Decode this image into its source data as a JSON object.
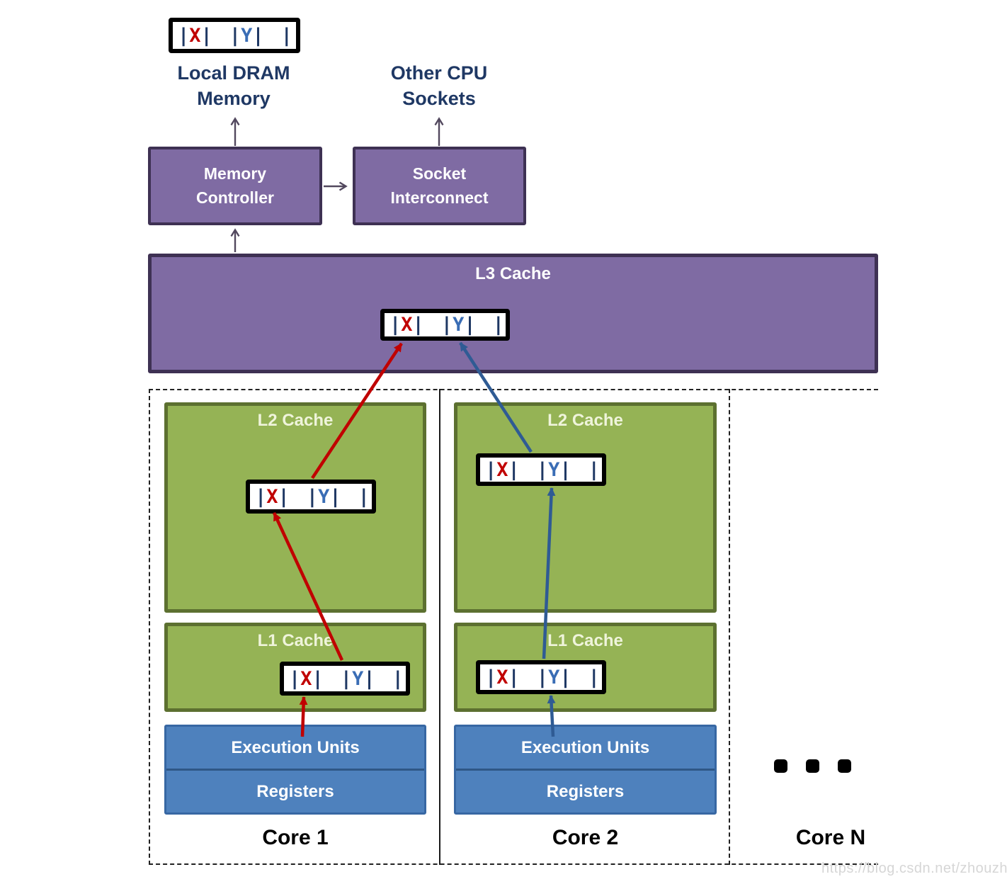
{
  "cacheline": {
    "bar": "|",
    "x": "X",
    "y": "Y"
  },
  "top": {
    "local_dram_label": "Local DRAM Memory",
    "other_cpu_label": "Other CPU Sockets",
    "memory_controller_label": "Memory Controller",
    "socket_interconnect_label": "Socket Interconnect"
  },
  "l3": {
    "title": "L3 Cache"
  },
  "cores": [
    {
      "name": "Core 1",
      "l2_cache": "L2 Cache",
      "l1_cache": "L1 Cache",
      "execution_units": "Execution Units",
      "registers": "Registers"
    },
    {
      "name": "Core 2",
      "l2_cache": "L2 Cache",
      "l1_cache": "L1 Cache",
      "execution_units": "Execution Units",
      "registers": "Registers"
    },
    {
      "name": "Core N"
    }
  ],
  "icons": {
    "ellipsis_dots": "three black dots indicating more cores"
  },
  "watermark": "https://blog.csdn.net/zhouzhenyong",
  "colors": {
    "purple_fill": "#7F6BA3",
    "purple_border": "#3E3153",
    "green_fill": "#95B355",
    "green_border": "#5C7030",
    "blue_fill": "#4E81BD",
    "blue_border": "#3767A3",
    "red_arrow": "#C00000",
    "blue_arrow": "#2F5B94",
    "gray_arrow": "#52485E",
    "cacheline_bar": "#1F3864",
    "cacheline_x": "#C00000",
    "cacheline_y": "#3A6DB5",
    "navy_label": "#1F3864",
    "watermark_gray": "#D6D6D6"
  }
}
